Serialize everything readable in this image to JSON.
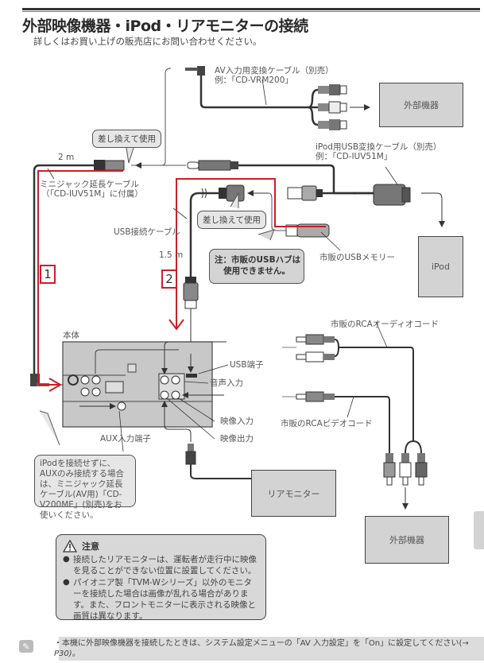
{
  "header": {
    "title": "外部映像機器・iPod・リアモニターの接続",
    "subtitle": "詳しくはお買い上げの販売店にお問い合わせください。"
  },
  "diagram": {
    "av_cable_label": "AV入力用変換ケーブル（別売）",
    "av_cable_example": "例：「CD-VRM200」",
    "external_device_top": "外部機器",
    "swap_bubble_1": "差し換えて使用",
    "cable_length_2m": "2 m",
    "mini_jack_label": "ミニジャック延長ケーブル",
    "mini_jack_included": "（「CD-IUV51M」に付属）",
    "ipod_cable_label": "iPod用USB変換ケーブル（別売）",
    "ipod_cable_example": "例：「CD-IUV51M」",
    "swap_bubble_2": "差し換えて使用",
    "usb_cable_label": "USB接続ケーブル",
    "cable_length_15m": "1.5 m",
    "usb_hub_note_line1": "注：市販のUSBハブは",
    "usb_hub_note_line2": "使用できません。",
    "usb_memory_label": "市販のUSBメモリー",
    "ipod_box": "iPod",
    "step_1": "1",
    "step_2": "2",
    "main_unit_label": "本体",
    "usb_port_label": "USB端子",
    "audio_in_label": "音声入力",
    "video_in_label": "映像入力",
    "video_out_label": "映像出力",
    "aux_port_label": "AUX入力端子",
    "rca_audio_label": "市販のRCAオーディオコード",
    "rca_video_label": "市販のRCAビデオコード",
    "aux_note": "iPodを接続せずに、AUXのみ接続する場合は、ミニジャック延長ケーブル(AV用)「CD-V200ME」(別売)をお使いください。",
    "rear_monitor_box": "リアモニター",
    "external_device_bottom": "外部機器"
  },
  "caution": {
    "heading": "注意",
    "items": [
      "接続したリアモニターは、運転者が走行中に映像を見ることができない位置に設置してください。",
      "パイオニア製「TVM-Wシリーズ」以外のモニターを接続した場合は画像が乱れる場合があります。また、フロントモニターに表示される映像と画質は異なります。"
    ]
  },
  "footnote": {
    "icon": "pencil-memo-icon",
    "text": "・本機に外部映像機器を接続したときは、システム設定メニューの「AV 入力設定」を「On」に設定してください(→",
    "page_ref": "P30)。"
  },
  "colors": {
    "accent_red": "#c8202a",
    "box_gray": "#d3d3d3",
    "cable_dark": "#333333"
  }
}
